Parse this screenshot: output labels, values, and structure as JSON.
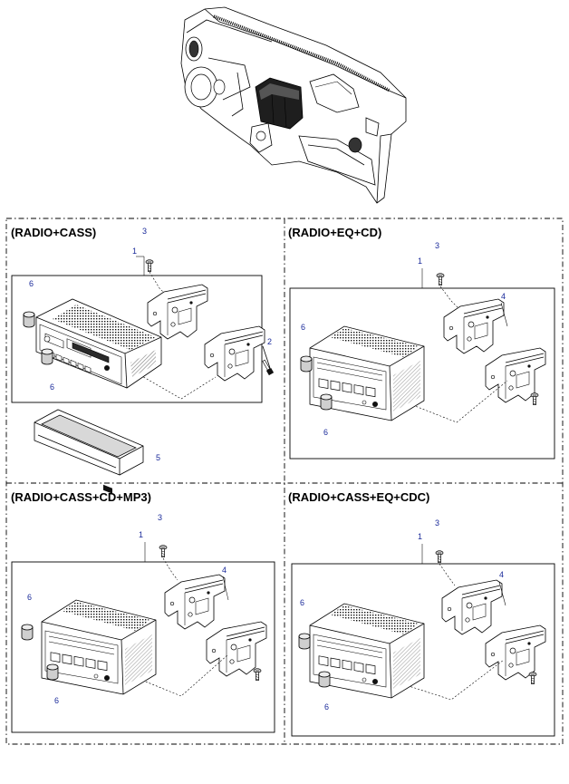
{
  "panels": [
    {
      "title": "(RADIO+CASS)",
      "labels": {
        "assembly": "1",
        "screw": "3",
        "bolt": "2",
        "knob_top": "6",
        "knob_bottom": "6",
        "pocket": "5"
      }
    },
    {
      "title": "(RADIO+EQ+CD)",
      "labels": {
        "assembly": "1",
        "screw": "3",
        "bracket": "4",
        "knob_top": "6",
        "knob_bottom": "6"
      }
    },
    {
      "title": "(RADIO+CASS+CD+MP3)",
      "labels": {
        "assembly": "1",
        "screw": "3",
        "bracket": "4",
        "knob_top": "6",
        "knob_bottom": "6"
      }
    },
    {
      "title": "(RADIO+CASS+EQ+CDC)",
      "labels": {
        "assembly": "1",
        "screw": "3",
        "bracket": "4",
        "knob_top": "6",
        "knob_bottom": "6"
      }
    }
  ]
}
